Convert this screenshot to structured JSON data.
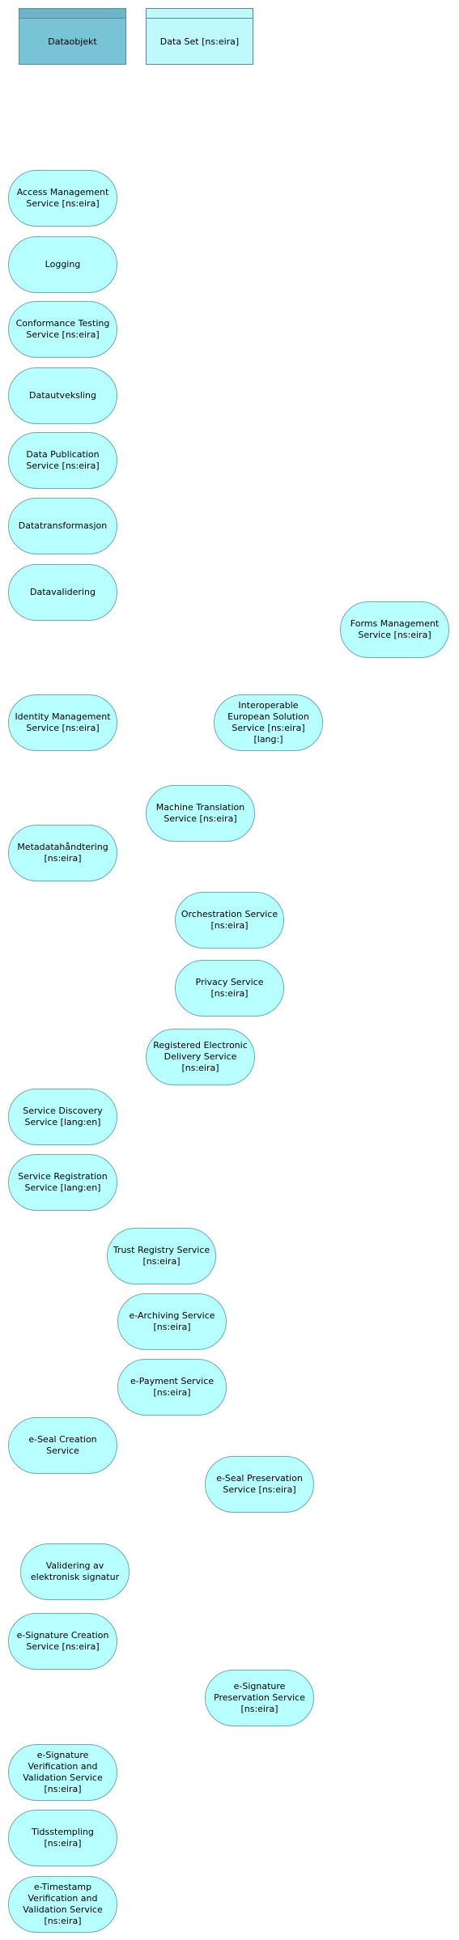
{
  "legend": {
    "data_object": "Dataobjekt",
    "data_set": "Data Set [ns:eira]"
  },
  "services": [
    "Access Management Service [ns:eira]",
    "Logging",
    "Conformance Testing Service [ns:eira]",
    "Datautveksling",
    "Data Publication Service [ns:eira]",
    "Datatransformasjon",
    "Datavalidering",
    "Forms Management Service [ns:eira]",
    "Identity Management Service [ns:eira]",
    "Interoperable European Solution Service [ns:eira] [lang:]",
    "Machine Translation Service [ns:eira]",
    "Metadatahåndtering [ns:eira]",
    "Orchestration Service [ns:eira]",
    "Privacy Service [ns:eira]",
    "Registered Electronic Delivery Service [ns:eira]",
    "Service Discovery Service [lang:en]",
    "Service Registration Service [lang:en]",
    "Trust Registry Service [ns:eira]",
    "e-Archiving Service [ns:eira]",
    "e-Payment Service [ns:eira]",
    "e-Seal Creation Service",
    "e-Seal Preservation Service [ns:eira]",
    "Validering av elektronisk signatur",
    "e-Signature Creation Service [ns:eira]",
    "e-Signature Preservation Service [ns:eira]",
    "e-Signature Verification and Validation Service [ns:eira]",
    "Tidsstempling [ns:eira]",
    "e-Timestamp Verification and Validation Service [ns:eira]"
  ]
}
